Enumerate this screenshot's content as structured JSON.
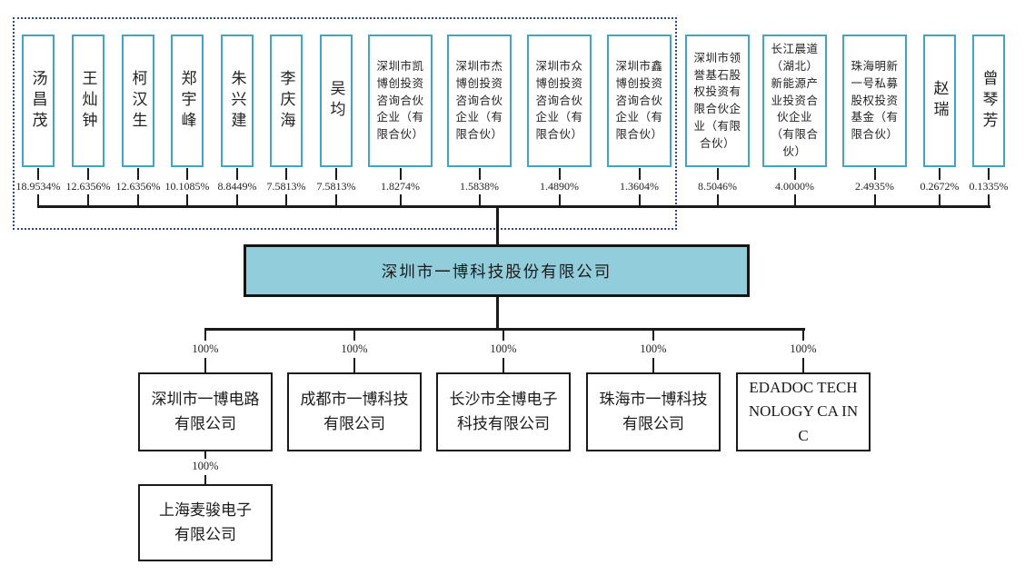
{
  "company": {
    "name": "深圳市一博科技股份有限公司"
  },
  "shareholders": [
    {
      "name": "汤昌茂",
      "pct": "18.9534%"
    },
    {
      "name": "王灿钟",
      "pct": "12.6356%"
    },
    {
      "name": "柯汉生",
      "pct": "12.6356%"
    },
    {
      "name": "郑宇峰",
      "pct": "10.1085%"
    },
    {
      "name": "朱兴建",
      "pct": "8.8449%"
    },
    {
      "name": "李庆海",
      "pct": "7.5813%"
    },
    {
      "name": "吴均",
      "pct": "7.5813%"
    },
    {
      "name": "深圳市凯博创投资咨询合伙企业（有限合伙）",
      "pct": "1.8274%"
    },
    {
      "name": "深圳市杰博创投资咨询合伙企业（有限合伙）",
      "pct": "1.5838%"
    },
    {
      "name": "深圳市众博创投资咨询合伙企业（有限合伙）",
      "pct": "1.4890%"
    },
    {
      "name": "深圳市鑫博创投资咨询合伙企业（有限合伙）",
      "pct": "1.3604%"
    },
    {
      "name": "深圳市领誉基石股权投资有限合伙企业（有限合伙）",
      "pct": "8.5046%"
    },
    {
      "name": "长江晨道（湖北）新能源产业投资合伙企业（有限合伙）",
      "pct": "4.0000%"
    },
    {
      "name": "珠海明新一号私募股权投资基金（有限合伙）",
      "pct": "2.4935%"
    },
    {
      "name": "赵瑞",
      "pct": "0.2672%"
    },
    {
      "name": "曾琴芳",
      "pct": "0.1335%"
    }
  ],
  "subsidiaries": [
    {
      "name": "深圳市一博电路有限公司",
      "pct": "100%"
    },
    {
      "name": "成都市一博科技有限公司",
      "pct": "100%"
    },
    {
      "name": "长沙市全博电子科技有限公司",
      "pct": "100%"
    },
    {
      "name": "珠海市一博科技有限公司",
      "pct": "100%"
    },
    {
      "name": "EDADOC TECHNOLOGY CA INC",
      "pct": "100%"
    }
  ],
  "second_tier_subsidiary": {
    "name": "上海麦骏电子有限公司",
    "pct": "100%"
  },
  "colors": {
    "shareholder_border": "#41A5C3",
    "company_fill": "#92CDDC",
    "dashed_outline": "#2A4B8D",
    "line": "#1A1A1A"
  }
}
